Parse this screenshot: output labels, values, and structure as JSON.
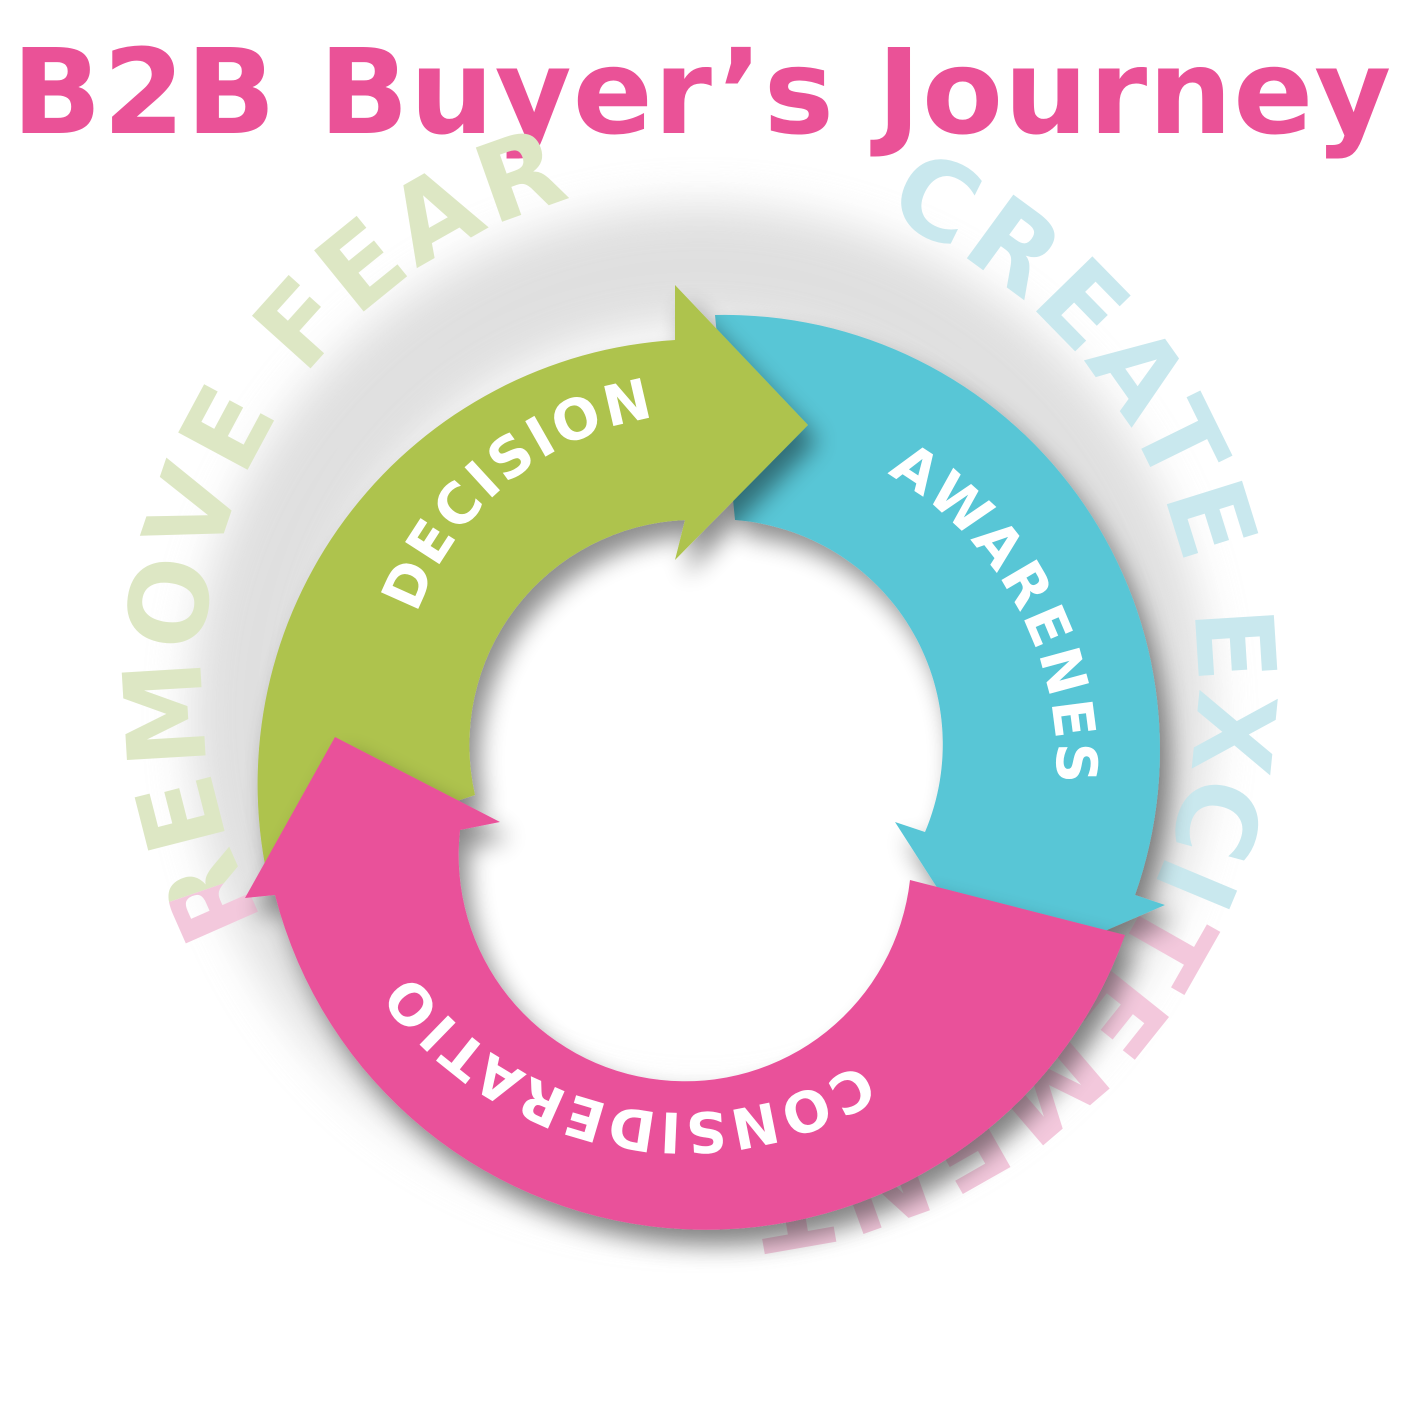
{
  "title": "B2B Buyer’s Journey",
  "colors": {
    "title": "#ea5297",
    "decision": "#aec34d",
    "awareness": "#58c6d6",
    "consideration": "#e9519a",
    "ring_green": "#dde7c4",
    "ring_blue": "#c9e8ee",
    "ring_pink": "#f3c8dc"
  },
  "ring_text": {
    "remove_fear_prefix": "REMOVE FEAR",
    "remove_fear_pink": "REMOVE FEAR",
    "create_excitement_blue": "CREATE EXCITEMENT",
    "create_excitement_pink": "CREATE EXCITEMENT"
  },
  "stages": {
    "decision": "DECISION",
    "awareness": "AWARENESS",
    "consideration": "CONSIDERATION"
  }
}
